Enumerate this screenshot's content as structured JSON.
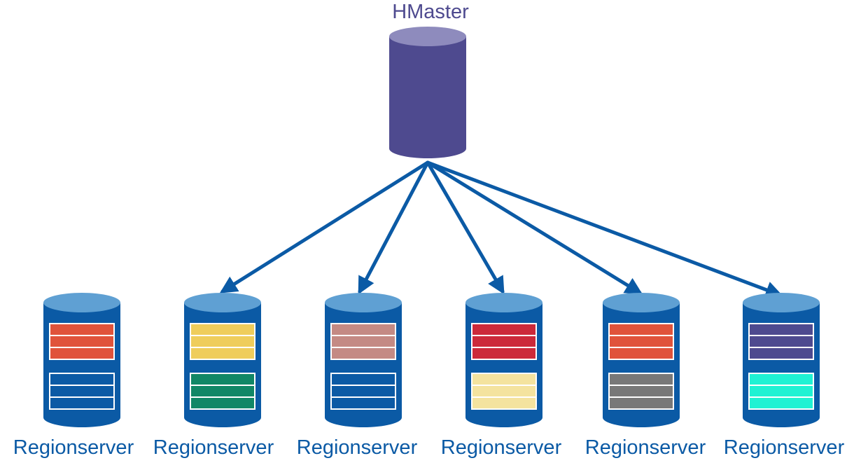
{
  "master": {
    "label": "HMaster",
    "body_color": "#4e4a8f",
    "top_color": "#8e8bbd"
  },
  "arrow_color": "#0b5aa5",
  "regionserver": {
    "body_color": "#0b5aa5",
    "top_color": "#5fa0d3"
  },
  "regionservers": [
    {
      "label": "Regionserver",
      "receives_arrow": false,
      "regions": [
        {
          "color": "#e0533b",
          "rows": 3
        },
        {
          "color": "#0b5aa5",
          "rows": 3
        }
      ]
    },
    {
      "label": "Regionserver",
      "receives_arrow": true,
      "regions": [
        {
          "color": "#efcd5b",
          "rows": 3
        },
        {
          "color": "#118766",
          "rows": 3
        }
      ]
    },
    {
      "label": "Regionserver",
      "receives_arrow": true,
      "regions": [
        {
          "color": "#c48a84",
          "rows": 3
        },
        {
          "color": "#0b5aa5",
          "rows": 3
        }
      ]
    },
    {
      "label": "Regionserver",
      "receives_arrow": true,
      "regions": [
        {
          "color": "#cc2a3a",
          "rows": 3
        },
        {
          "color": "#f4e39f",
          "rows": 3
        }
      ]
    },
    {
      "label": "Regionserver",
      "receives_arrow": true,
      "regions": [
        {
          "color": "#e0533b",
          "rows": 3
        },
        {
          "color": "#787878",
          "rows": 3
        }
      ]
    },
    {
      "label": "Regionserver",
      "receives_arrow": true,
      "regions": [
        {
          "color": "#4e4a8f",
          "rows": 3
        },
        {
          "color": "#1ff2d3",
          "rows": 3
        }
      ]
    }
  ]
}
